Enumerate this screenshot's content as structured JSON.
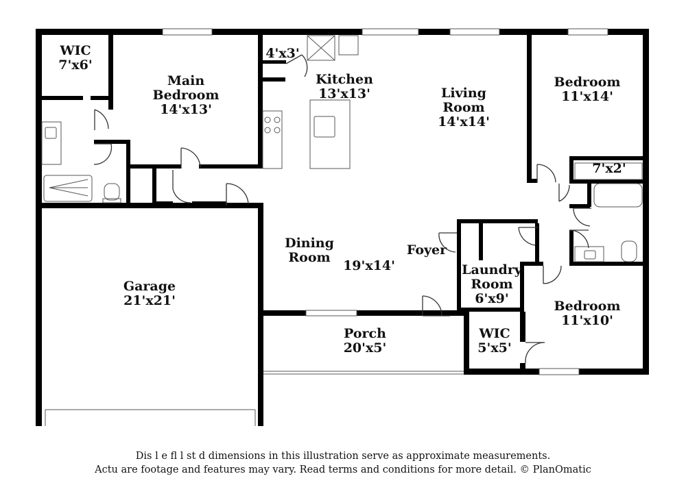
{
  "rooms": {
    "wic_main": {
      "name": "WIC",
      "dims": "7'x6'"
    },
    "main_bedroom": {
      "name_1": "Main",
      "name_2": "Bedroom",
      "dims": "14'x13'"
    },
    "pantry": {
      "dims": "4'x3'"
    },
    "kitchen": {
      "name": "Kitchen",
      "dims": "13'x13'"
    },
    "living_room": {
      "name_1": "Living",
      "name_2": "Room",
      "dims": "14'x14'"
    },
    "bedroom_ne": {
      "name": "Bedroom",
      "dims": "11'x14'"
    },
    "closet_ne": {
      "dims": "7'x2'"
    },
    "dining_room": {
      "name_1": "Dining",
      "name_2": "Room"
    },
    "dining_dims": {
      "dims": "19'x14'"
    },
    "foyer": {
      "name": "Foyer"
    },
    "laundry_room": {
      "name_1": "Laundry",
      "name_2": "Room",
      "dims": "6'x9'"
    },
    "bedroom_se": {
      "name": "Bedroom",
      "dims": "11'x10'"
    },
    "wic_se": {
      "name": "WIC",
      "dims": "5'x5'"
    },
    "porch": {
      "name": "Porch",
      "dims": "20'x5'"
    },
    "garage": {
      "name": "Garage",
      "dims": "21'x21'"
    }
  },
  "disclaimer": {
    "line1": "Dis         l  e fl    l    st    d dimensions in this illustration serve as approximate measurements.",
    "line2": "Actu        are footage and features may vary. Read terms and conditions for more detail. © PlanOmatic"
  },
  "colors": {
    "wall": "#000000",
    "fixture": "#555555",
    "background": "#ffffff"
  }
}
